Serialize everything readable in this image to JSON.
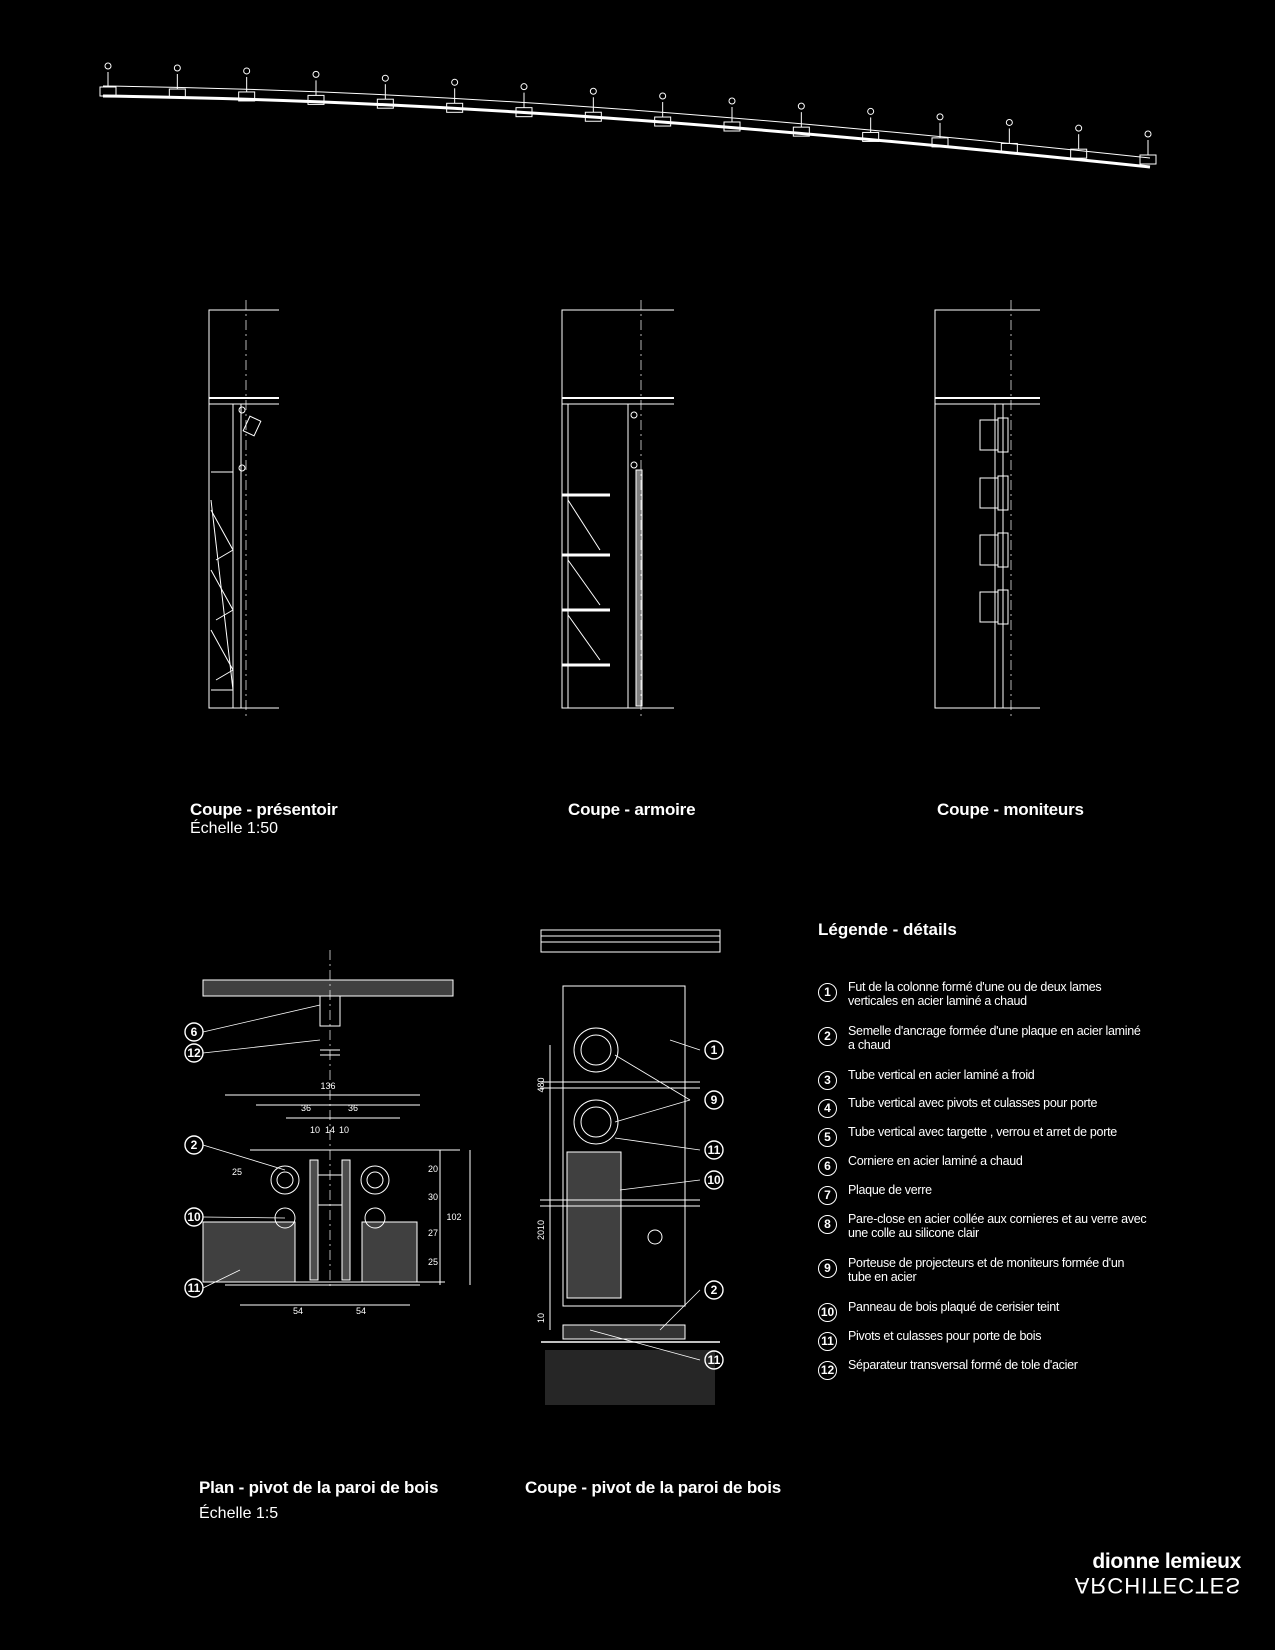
{
  "sections": {
    "presentoir": {
      "title": "Coupe - présentoir",
      "scale": "Échelle 1:50"
    },
    "armoire": {
      "title": "Coupe - armoire"
    },
    "moniteurs": {
      "title": "Coupe - moniteurs"
    }
  },
  "details": {
    "plan": {
      "title": "Plan - pivot de la paroi de bois",
      "scale": "Échelle 1:5"
    },
    "coupe": {
      "title": "Coupe - pivot de la paroi de bois"
    }
  },
  "plan_dimensions": [
    "136",
    "36",
    "36",
    "10",
    "14",
    "10",
    "20",
    "30",
    "27",
    "25",
    "25",
    "102",
    "54",
    "54"
  ],
  "coupe_dimensions": [
    "480",
    "2010",
    "10"
  ],
  "legend": {
    "title": "Légende - détails",
    "items": [
      {
        "num": "1",
        "text": "Fut de la colonne formé d'une ou de deux lames verticales en acier laminé a chaud"
      },
      {
        "num": "2",
        "text": "Semelle d'ancrage formée d'une plaque en acier laminé a chaud"
      },
      {
        "num": "3",
        "text": "Tube vertical en acier laminé a froid"
      },
      {
        "num": "4",
        "text": "Tube vertical avec pivots et culasses pour porte"
      },
      {
        "num": "5",
        "text": "Tube vertical avec targette , verrou et  arret de porte"
      },
      {
        "num": "6",
        "text": "Corniere en acier laminé a chaud"
      },
      {
        "num": "7",
        "text": "Plaque de verre"
      },
      {
        "num": "8",
        "text": "Pare-close en acier collée aux cornieres et au verre avec une colle au silicone clair"
      },
      {
        "num": "9",
        "text": "Porteuse de projecteurs et de moniteurs formée d'un tube en acier"
      },
      {
        "num": "10",
        "text": "Panneau de bois plaqué de cerisier teint"
      },
      {
        "num": "11",
        "text": "Pivots et culasses pour porte de bois"
      },
      {
        "num": "12",
        "text": "Séparateur transversal formé de tole d'acier"
      }
    ]
  },
  "plan_callouts": [
    "6",
    "12",
    "2",
    "10",
    "11"
  ],
  "coupe_callouts": [
    "1",
    "9",
    "11",
    "10",
    "2",
    "11"
  ],
  "brand": {
    "name": "dionne lemieux",
    "subtitle": "ARCHITECTES"
  },
  "colors": {
    "background": "#000000",
    "lines": "#ffffff"
  }
}
